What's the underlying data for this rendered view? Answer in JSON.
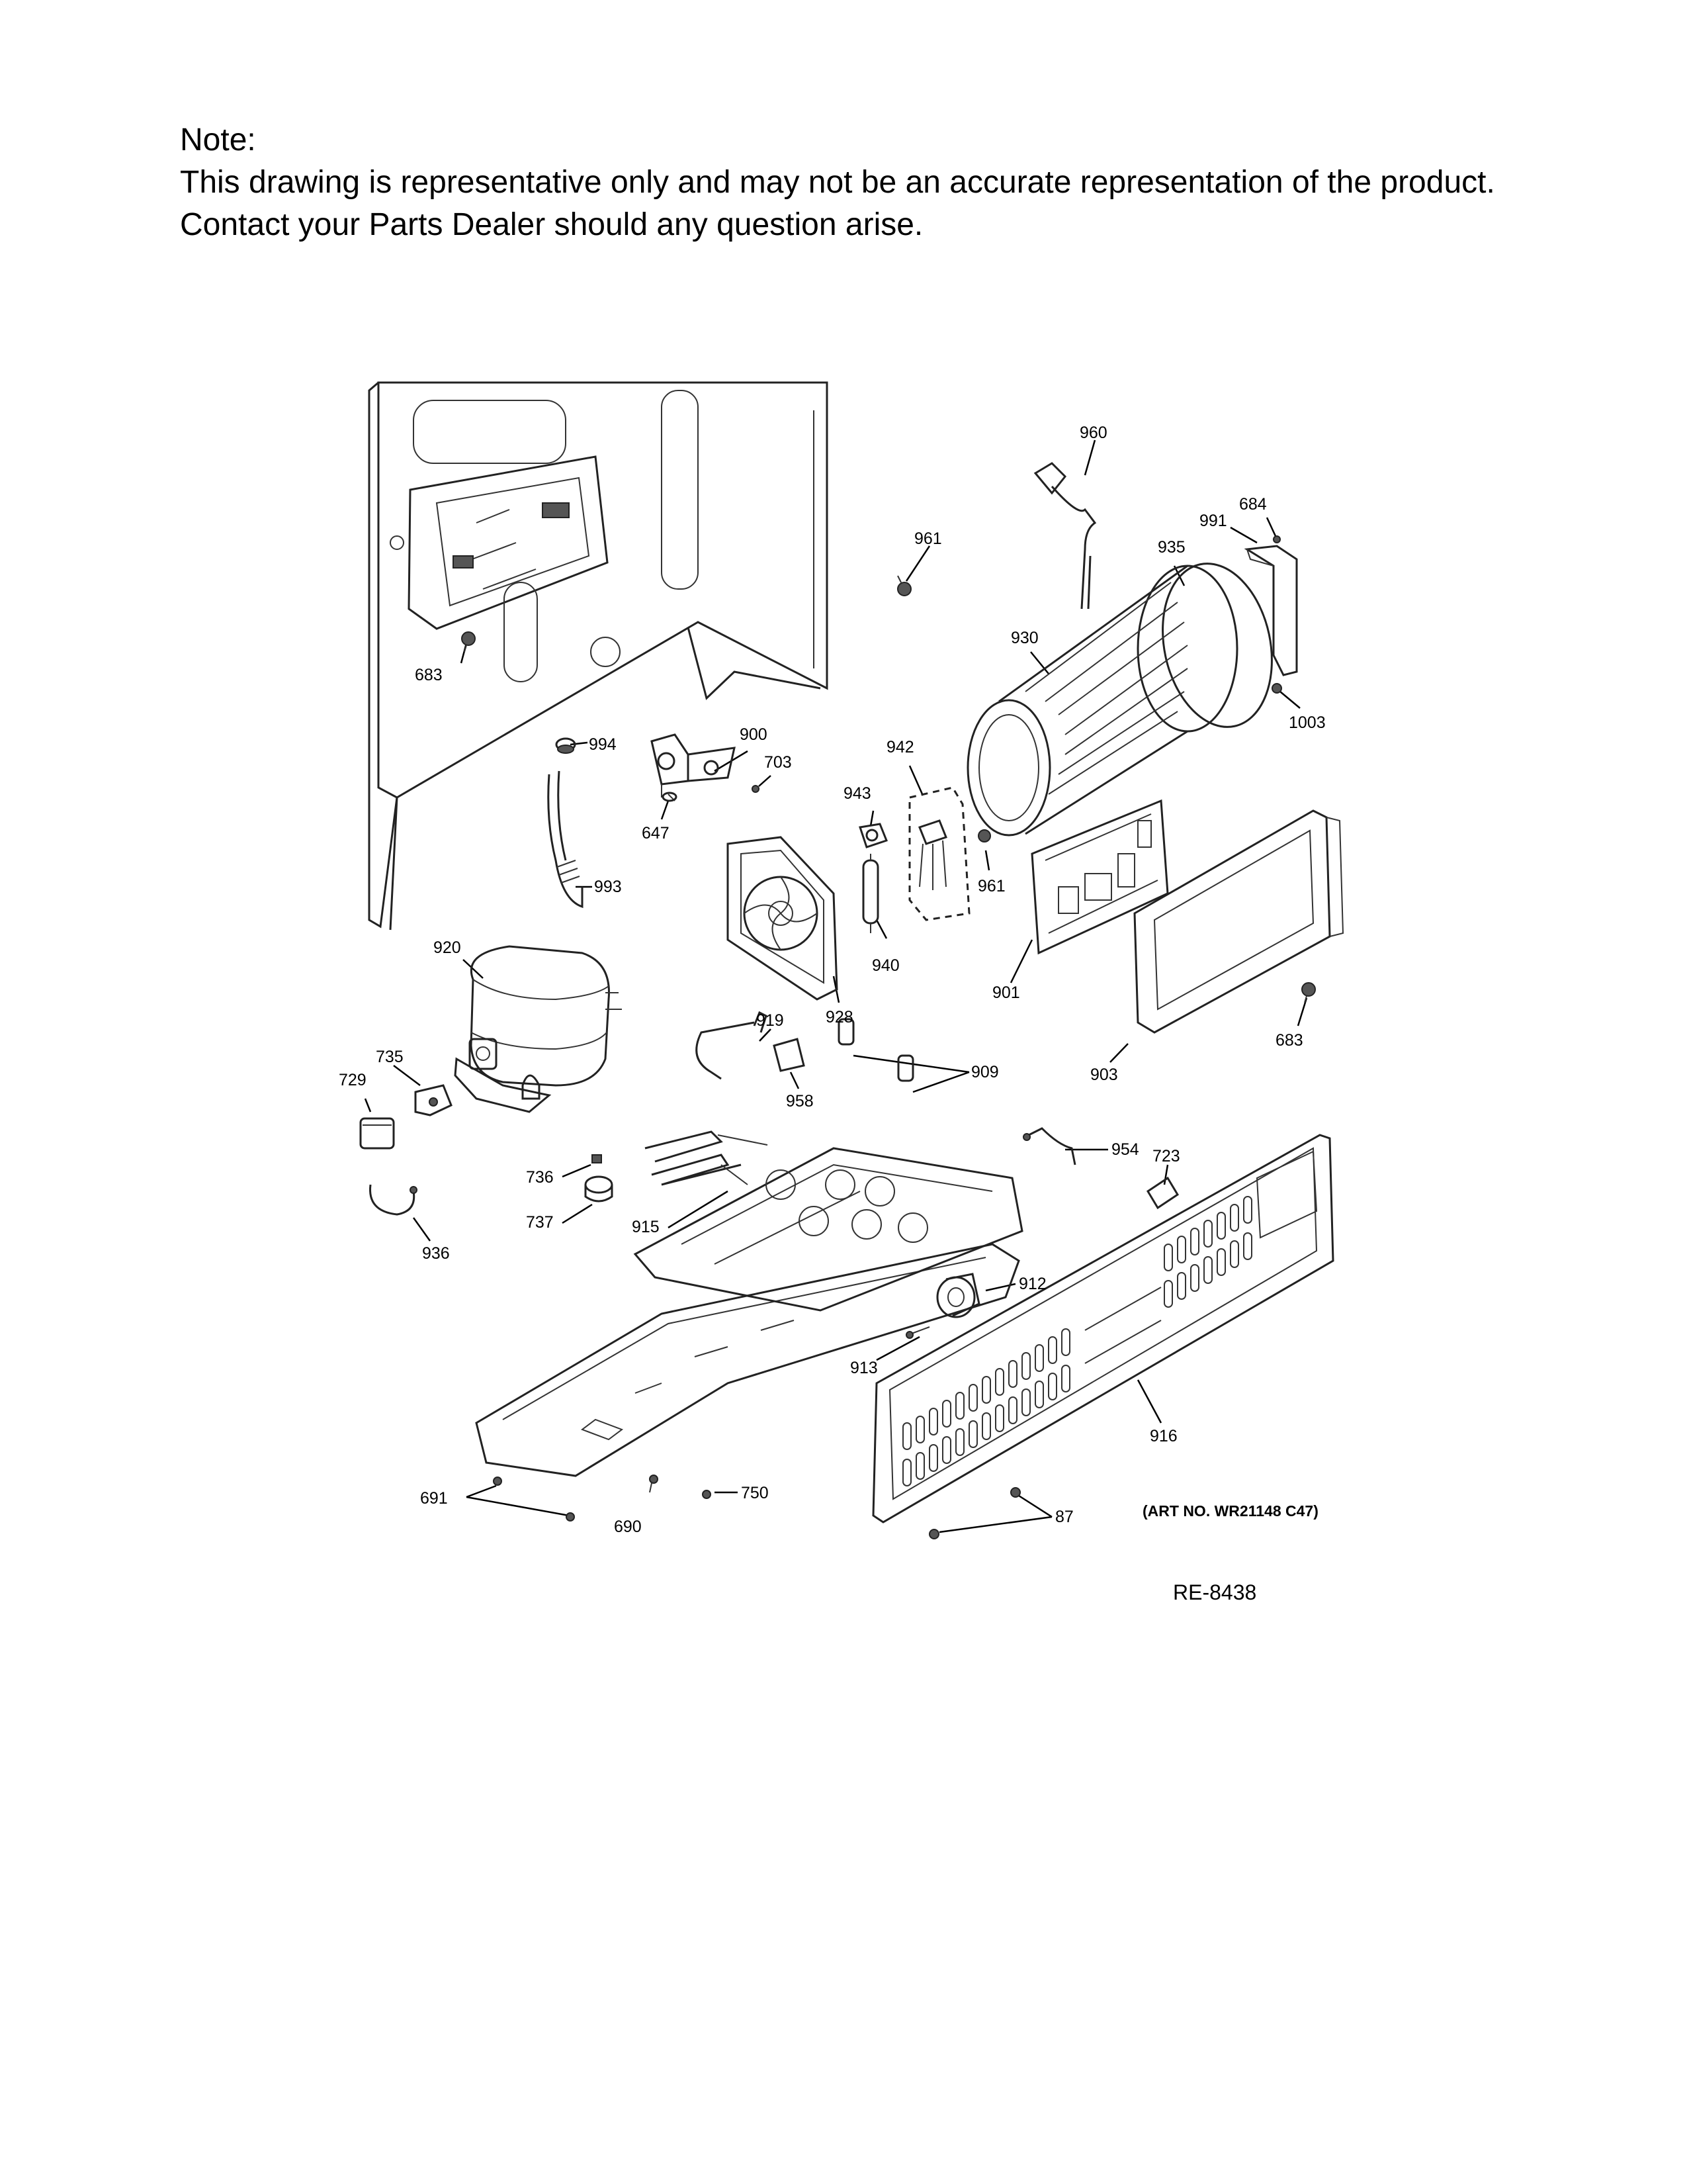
{
  "note": {
    "heading": "Note:",
    "line1": "This drawing is representative only and may not be an accurate representation of the product.",
    "line2": "Contact your Parts Dealer should any question arise."
  },
  "callouts": [
    {
      "id": "960",
      "label": "960"
    },
    {
      "id": "684",
      "label": "684"
    },
    {
      "id": "991",
      "label": "991"
    },
    {
      "id": "961a",
      "label": "961"
    },
    {
      "id": "935",
      "label": "935"
    },
    {
      "id": "930",
      "label": "930"
    },
    {
      "id": "683a",
      "label": "683"
    },
    {
      "id": "1003",
      "label": "1003"
    },
    {
      "id": "994",
      "label": "994"
    },
    {
      "id": "900",
      "label": "900"
    },
    {
      "id": "703",
      "label": "703"
    },
    {
      "id": "942",
      "label": "942"
    },
    {
      "id": "943",
      "label": "943"
    },
    {
      "id": "647",
      "label": "647"
    },
    {
      "id": "993",
      "label": "993"
    },
    {
      "id": "961b",
      "label": "961"
    },
    {
      "id": "940",
      "label": "940"
    },
    {
      "id": "901",
      "label": "901"
    },
    {
      "id": "920",
      "label": "920"
    },
    {
      "id": "928",
      "label": "928"
    },
    {
      "id": "683b",
      "label": "683"
    },
    {
      "id": "919",
      "label": "919"
    },
    {
      "id": "735",
      "label": "735"
    },
    {
      "id": "729",
      "label": "729"
    },
    {
      "id": "909",
      "label": "909"
    },
    {
      "id": "958",
      "label": "958"
    },
    {
      "id": "903",
      "label": "903"
    },
    {
      "id": "954",
      "label": "954"
    },
    {
      "id": "723",
      "label": "723"
    },
    {
      "id": "736",
      "label": "736"
    },
    {
      "id": "737",
      "label": "737"
    },
    {
      "id": "915",
      "label": "915"
    },
    {
      "id": "936",
      "label": "936"
    },
    {
      "id": "912",
      "label": "912"
    },
    {
      "id": "913",
      "label": "913"
    },
    {
      "id": "916",
      "label": "916"
    },
    {
      "id": "750",
      "label": "750"
    },
    {
      "id": "691",
      "label": "691"
    },
    {
      "id": "690",
      "label": "690"
    },
    {
      "id": "87",
      "label": "87"
    }
  ],
  "art_number": "(ART NO. WR21148 C47)",
  "reference_code": "RE-8438"
}
